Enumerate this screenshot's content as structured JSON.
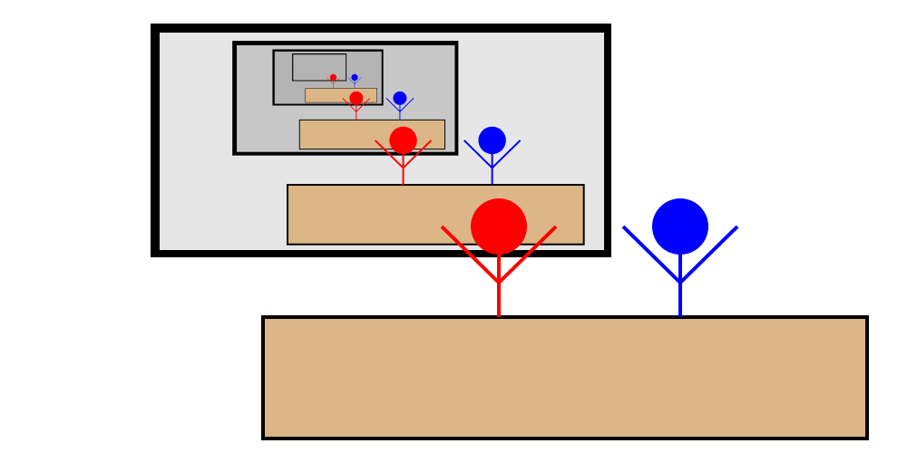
{
  "colors": {
    "background": "#ffffff",
    "outline": "#000000",
    "table": "#dcb687",
    "red_figure": "#ff0000",
    "blue_figure": "#0000ff",
    "screen_level_1": "#e6e6e6",
    "screen_level_2": "#c8c8c8",
    "screen_level_3": "#b4b4b4"
  },
  "figures": [
    {
      "name": "red-figure",
      "color": "#ff0000"
    },
    {
      "name": "blue-figure",
      "color": "#0000ff"
    }
  ],
  "recursion_levels": 4
}
